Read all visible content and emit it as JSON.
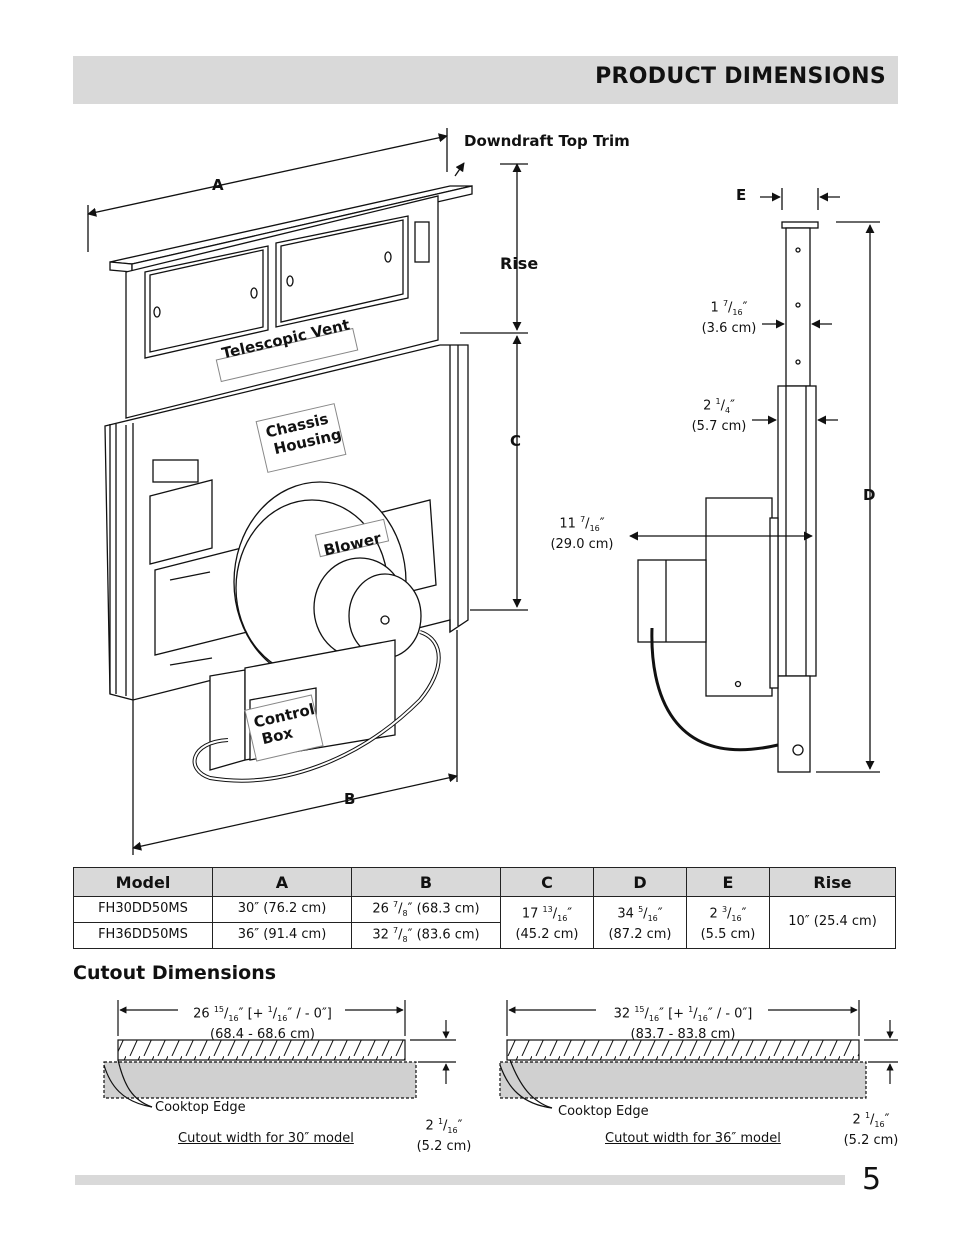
{
  "header": {
    "title": "PRODUCT DIMENSIONS"
  },
  "diagram": {
    "trim_label": "Downdraft Top Trim",
    "label_a": "A",
    "label_b": "B",
    "label_c": "C",
    "label_d": "D",
    "label_e": "E",
    "rise_label": "Rise",
    "vent_label": "Telescopic Vent",
    "chassis_label_1": "Chassis",
    "chassis_label_2": "Housing",
    "blower_label": "Blower",
    "control_label_1": "Control",
    "control_label_2": "Box",
    "dim_1_whole": "1",
    "dim_1_num": "7",
    "dim_1_den": "16",
    "dim_1_cm": "(3.6 cm)",
    "dim_2_whole": "2",
    "dim_2_num": "1",
    "dim_2_den": "4",
    "dim_2_cm": "(5.7 cm)",
    "dim_3_whole": "11",
    "dim_3_num": "7",
    "dim_3_den": "16",
    "dim_3_cm": "(29.0 cm)"
  },
  "table": {
    "headers": [
      "Model",
      "A",
      "B",
      "C",
      "D",
      "E",
      "Rise"
    ],
    "rows": [
      {
        "model": "FH30DD50MS",
        "a": "30″ (76.2 cm)",
        "b_whole": "26",
        "b_num": "7",
        "b_den": "8",
        "b_cm": "″ (68.3 cm)"
      },
      {
        "model": "FH36DD50MS",
        "a": "36″ (91.4 cm)",
        "b_whole": "32",
        "b_num": "7",
        "b_den": "8",
        "b_cm": "″ (83.6 cm)"
      }
    ],
    "c_whole": "17",
    "c_num": "13",
    "c_den": "16",
    "c_cm": "(45.2 cm)",
    "d_whole": "34",
    "d_num": "5",
    "d_den": "16",
    "d_cm": "(87.2 cm)",
    "e_whole": "2",
    "e_num": "3",
    "e_den": "16",
    "e_cm": "(5.5 cm)",
    "rise": "10″ (25.4 cm)"
  },
  "cutout": {
    "title": "Cutout Dimensions",
    "left": {
      "w_whole": "26",
      "w_num": "15",
      "w_den": "16",
      "w_tol_a": "″ [+ ",
      "w_tol_num": "1",
      "w_tol_den": "16",
      "w_tol_b": "″ / - 0″]",
      "w_cm": "(68.4 - 68.6 cm)",
      "edge": "Cooktop Edge",
      "caption": "Cutout width for 30″ model",
      "h_whole": "2",
      "h_num": "1",
      "h_den": "16",
      "h_cm": "(5.2 cm)"
    },
    "right": {
      "w_whole": "32",
      "w_num": "15",
      "w_den": "16",
      "w_tol_a": "″ [+ ",
      "w_tol_num": "1",
      "w_tol_den": "16",
      "w_tol_b": "″ / - 0″]",
      "w_cm": "(83.7 - 83.8 cm)",
      "edge": "Cooktop Edge",
      "caption": "Cutout width for 36″ model",
      "h_whole": "2",
      "h_num": "1",
      "h_den": "16",
      "h_cm": "(5.2 cm)"
    }
  },
  "footer": {
    "page_number": "5"
  }
}
